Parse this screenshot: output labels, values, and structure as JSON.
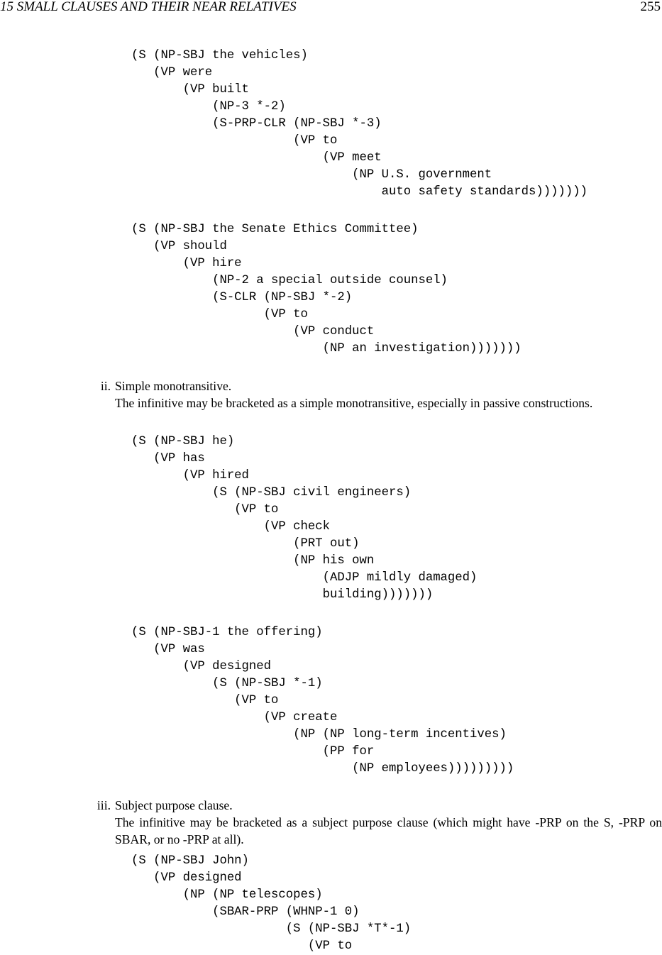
{
  "header": {
    "running_title": "15 SMALL CLAUSES AND THEIR NEAR RELATIVES",
    "page_number": "255"
  },
  "trees": [
    "(S (NP-SBJ the vehicles)\n   (VP were\n       (VP built\n           (NP-3 *-2)\n           (S-PRP-CLR (NP-SBJ *-3)\n                      (VP to\n                          (VP meet\n                              (NP U.S. government\n                                  auto safety standards)))))))",
    "(S (NP-SBJ the Senate Ethics Committee)\n   (VP should\n       (VP hire\n           (NP-2 a special outside counsel)\n           (S-CLR (NP-SBJ *-2)\n                  (VP to\n                      (VP conduct\n                          (NP an investigation)))))))",
    "(S (NP-SBJ he)\n   (VP has\n       (VP hired\n           (S (NP-SBJ civil engineers)\n              (VP to\n                  (VP check\n                      (PRT out)\n                      (NP his own\n                          (ADJP mildly damaged)\n                          building)))))))",
    "(S (NP-SBJ-1 the offering)\n   (VP was\n       (VP designed\n           (S (NP-SBJ *-1)\n              (VP to\n                  (VP create\n                      (NP (NP long-term incentives)\n                          (PP for\n                              (NP employees)))))))))",
    "(S (NP-SBJ John)\n   (VP designed\n       (NP (NP telescopes)\n           (SBAR-PRP (WHNP-1 0)\n                     (S (NP-SBJ *T*-1)\n                        (VP to"
  ],
  "items": [
    {
      "number": "ii.",
      "title": "Simple monotransitive.",
      "body": "The infinitive may be bracketed as a simple monotransitive, especially in passive constructions."
    },
    {
      "number": "iii.",
      "title": "Subject purpose clause.",
      "body": "The infinitive may be bracketed as a subject purpose clause (which might have -PRP on the S, -PRP on SBAR, or no -PRP at all)."
    }
  ]
}
